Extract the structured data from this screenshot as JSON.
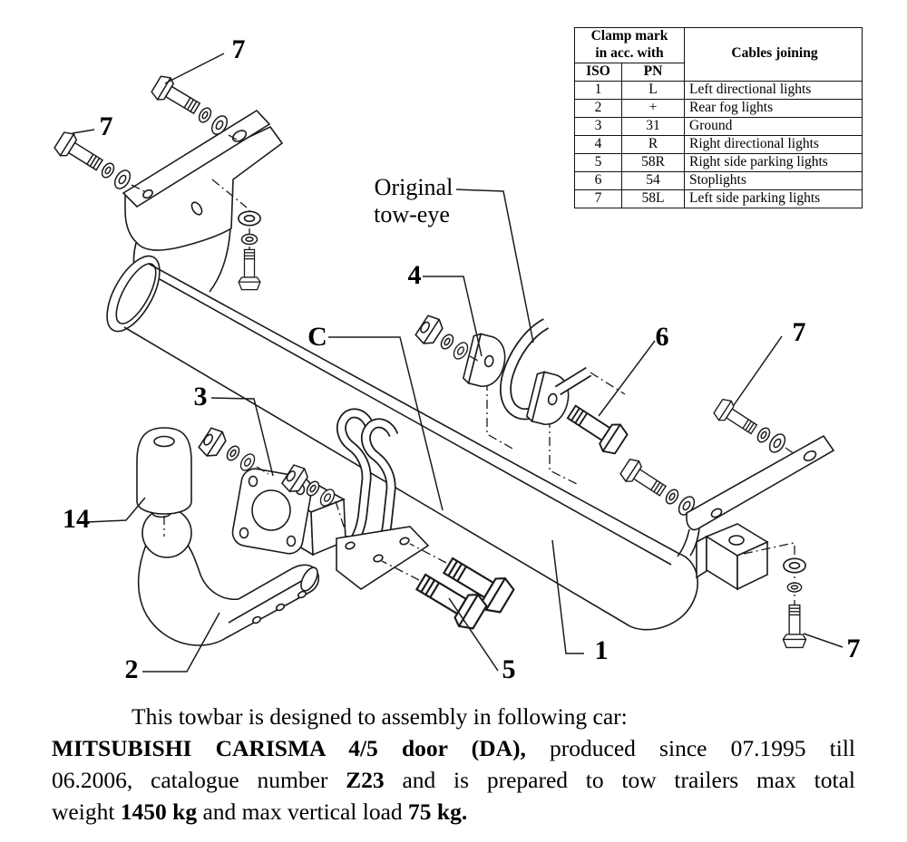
{
  "doc": {
    "type_label": "towbar-assembly-instruction"
  },
  "table": {
    "header": {
      "clamp_line1": "Clamp mark",
      "clamp_line2": "in acc. with",
      "iso": "ISO",
      "pn": "PN",
      "cables": "Cables joining"
    },
    "rows": [
      {
        "iso": "1",
        "pn": "L",
        "cables": "Left directional lights"
      },
      {
        "iso": "2",
        "pn": "+",
        "cables": "Rear fog lights"
      },
      {
        "iso": "3",
        "pn": "31",
        "cables": "Ground"
      },
      {
        "iso": "4",
        "pn": "R",
        "cables": "Right directional lights"
      },
      {
        "iso": "5",
        "pn": "58R",
        "cables": "Right side parking lights"
      },
      {
        "iso": "6",
        "pn": "54",
        "cables": "Stoplights"
      },
      {
        "iso": "7",
        "pn": "58L",
        "cables": "Left side parking lights"
      }
    ]
  },
  "diagram": {
    "labels": {
      "l7a": "7",
      "l7b": "7",
      "l7c": "7",
      "l7d": "7",
      "l6": "6",
      "l4": "4",
      "lC": "C",
      "l3": "3",
      "l14": "14",
      "l2": "2",
      "l5": "5",
      "l1": "1"
    },
    "annotation": {
      "line1": "Original",
      "line2": "tow-eye"
    }
  },
  "footer": {
    "lines": [
      {
        "segments": [
          {
            "text": "This towbar is designed to assembly in following car:",
            "bold": false
          }
        ]
      },
      {
        "segments": [
          {
            "text": "MITSUBISHI CARISMA 4/5 door (DA),",
            "bold": true
          },
          {
            "text": " produced since 07.1995 till",
            "bold": false
          }
        ]
      },
      {
        "segments": [
          {
            "text": "06.2006, catalogue number ",
            "bold": false
          },
          {
            "text": "Z23",
            "bold": true
          },
          {
            "text": " and is prepared to tow trailers max total",
            "bold": false
          }
        ]
      },
      {
        "segments": [
          {
            "text": "weight ",
            "bold": false
          },
          {
            "text": "1450 kg",
            "bold": true
          },
          {
            "text": " and max vertical load ",
            "bold": false
          },
          {
            "text": "75 kg.",
            "bold": true
          }
        ]
      }
    ]
  }
}
